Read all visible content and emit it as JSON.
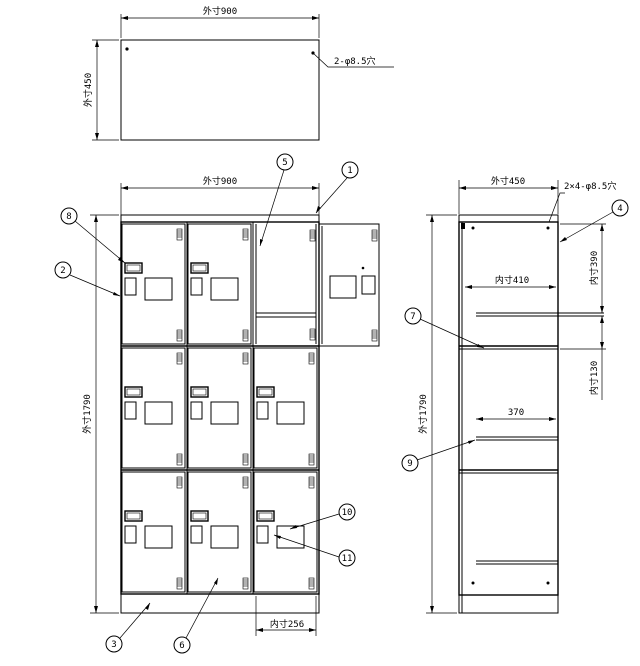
{
  "top_view": {
    "width_dim": "外寸900",
    "depth_dim": "外寸450",
    "hole_note": "2-φ8.5穴"
  },
  "front_view": {
    "width_dim": "外寸900",
    "height_dim": "外寸1790",
    "inner_width_dim": "内寸256"
  },
  "side_view": {
    "depth_dim": "外寸450",
    "hole_note": "2×4-φ8.5穴",
    "inner_depth_dim": "内寸410",
    "height_dim": "外寸1790",
    "inner_h1_dim": "内寸390",
    "inner_h2_dim": "内寸130",
    "shelf_dim": "370"
  },
  "callouts": [
    "1",
    "2",
    "3",
    "4",
    "5",
    "6",
    "7",
    "8",
    "9",
    "10",
    "11"
  ]
}
